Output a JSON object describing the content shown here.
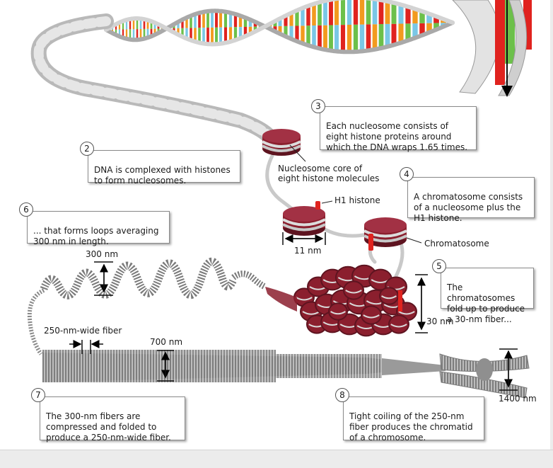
{
  "callouts": {
    "step2": {
      "number": "2",
      "text": "DNA is complexed with histones\nto form nucleosomes."
    },
    "step3": {
      "number": "3",
      "text": "Each nucleosome consists of\neight histone proteins around\nwhich the DNA wraps 1.65 times."
    },
    "step4": {
      "number": "4",
      "text": "A chromatosome consists\nof a nucleosome plus the\nH1 histone."
    },
    "step5": {
      "number": "5",
      "text": "The chromatosomes\nfold up to produce\na 30-nm fiber..."
    },
    "step6": {
      "number": "6",
      "text": "... that forms loops averaging\n300 nm in length."
    },
    "step7": {
      "number": "7",
      "text": "The 300-nm fibers are\ncompressed and folded to\nproduce a 250-nm-wide fiber."
    },
    "step8": {
      "number": "8",
      "text": "Tight coiling of the 250-nm\nfiber produces the chromatid\nof a chromosome."
    }
  },
  "labels": {
    "nucleosome_core": "Nucleosome core of\neight histone molecules",
    "h1_histone": "H1 histone",
    "chromatosome": "Chromatosome",
    "nm_11": "11 nm",
    "nm_30": "30 nm",
    "nm_300": "300 nm",
    "fiber_250": "250-nm-wide fiber",
    "nm_700": "700 nm",
    "nm_1400": "1400 nm"
  },
  "colors": {
    "histone": "#8b1f2e",
    "histone_dark": "#5e1420",
    "dna_strand": "#c8c8c8",
    "h1": "#e0231f",
    "base_colors": [
      "#e0231f",
      "#f29a1f",
      "#6cc04a",
      "#7ac7e6"
    ]
  }
}
